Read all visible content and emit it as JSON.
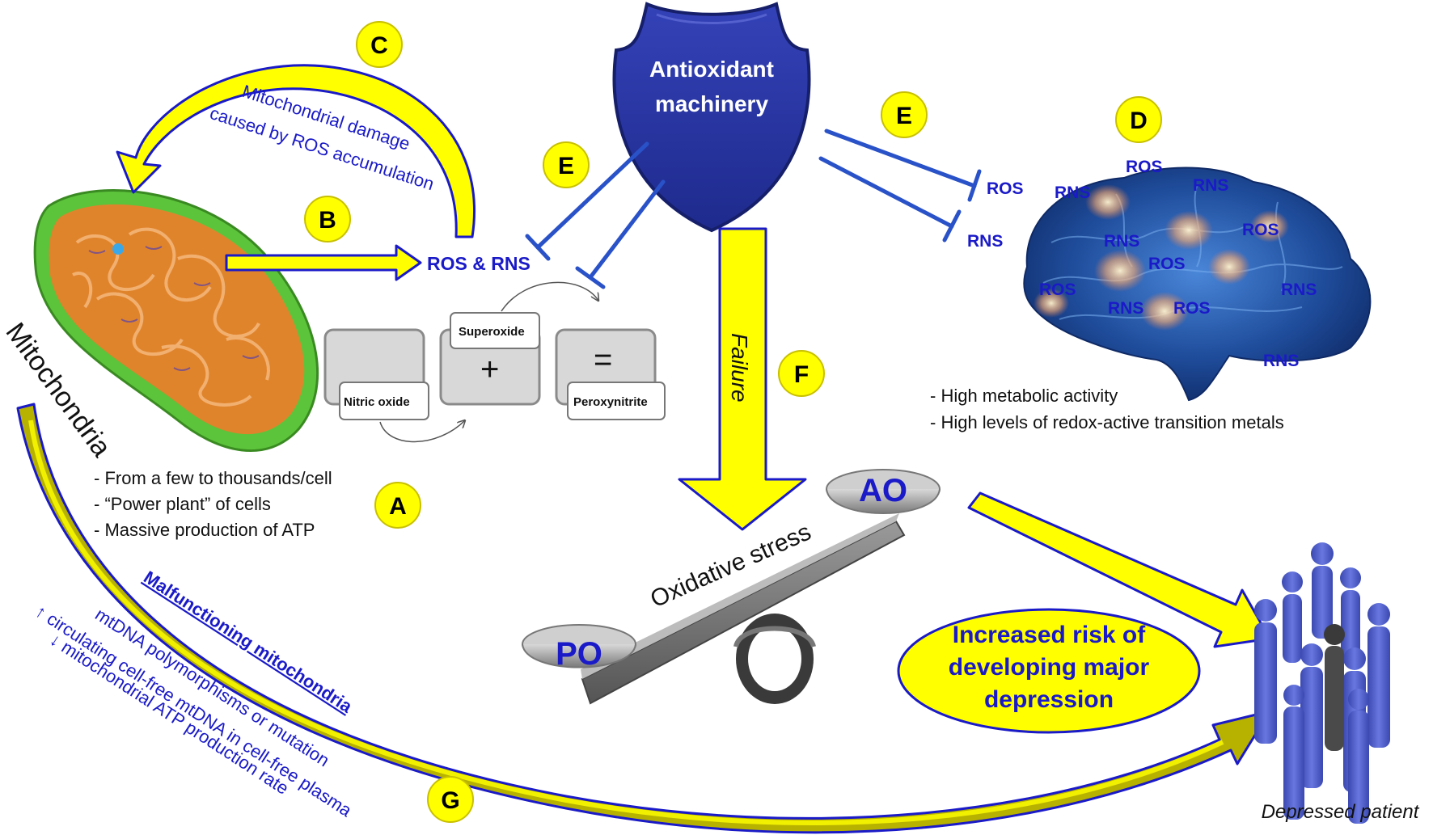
{
  "colors": {
    "arrow_yellow": "#ffff00",
    "arrow_blue": "#1a1ac8",
    "inhibit_blue": "#2a52c8",
    "shield": "#2a38a8",
    "mito_outer": "#5cc43a",
    "mito_inner": "#e0842c",
    "brain": "#2a5aa8",
    "people": "#5a6ad0"
  },
  "shield": {
    "line1": "Antioxidant",
    "line2": "machinery"
  },
  "badges": {
    "A": "A",
    "B": "B",
    "C": "C",
    "D": "D",
    "E_left": "E",
    "E_right": "E",
    "F": "F",
    "G": "G"
  },
  "mitochondria": {
    "label": "Mitochondria",
    "facts": [
      "- From a few to thousands/cell",
      "- “Power plant” of cells",
      "- Massive production of ATP"
    ]
  },
  "ros_rns": "ROS & RNS",
  "c_text": {
    "line1": "Mitochondrial damage",
    "line2": "caused by ROS accumulation"
  },
  "reaction": {
    "nitric_oxide": "Nitric oxide",
    "superoxide": "Superoxide",
    "peroxynitrite": "Peroxynitrite",
    "plus": "+",
    "equals": "="
  },
  "inhibited_right": {
    "ros": "ROS",
    "rns": "RNS"
  },
  "brain": {
    "labels": [
      "ROS",
      "RNS",
      "RNS",
      "ROS",
      "RNS",
      "ROS",
      "ROS",
      "RNS",
      "ROS",
      "RNS",
      "RNS"
    ],
    "facts": [
      "- High metabolic activity",
      "- High levels of redox-active transition metals"
    ]
  },
  "failure": "Failure",
  "balance": {
    "ao": "AO",
    "po": "PO",
    "beam_label": "Oxidative stress"
  },
  "risk": {
    "line1": "Increased risk of",
    "line2": "developing major",
    "line3": "depression"
  },
  "patient": "Depressed patient",
  "malfunction": {
    "title": "Malfunctioning mitochondria",
    "line1": "mtDNA polymorphisms  or mutation",
    "line2": "↑ circulating cell-free mtDNA in cell-free plasma",
    "line3": "↓ mitochondrial ATP production rate"
  }
}
